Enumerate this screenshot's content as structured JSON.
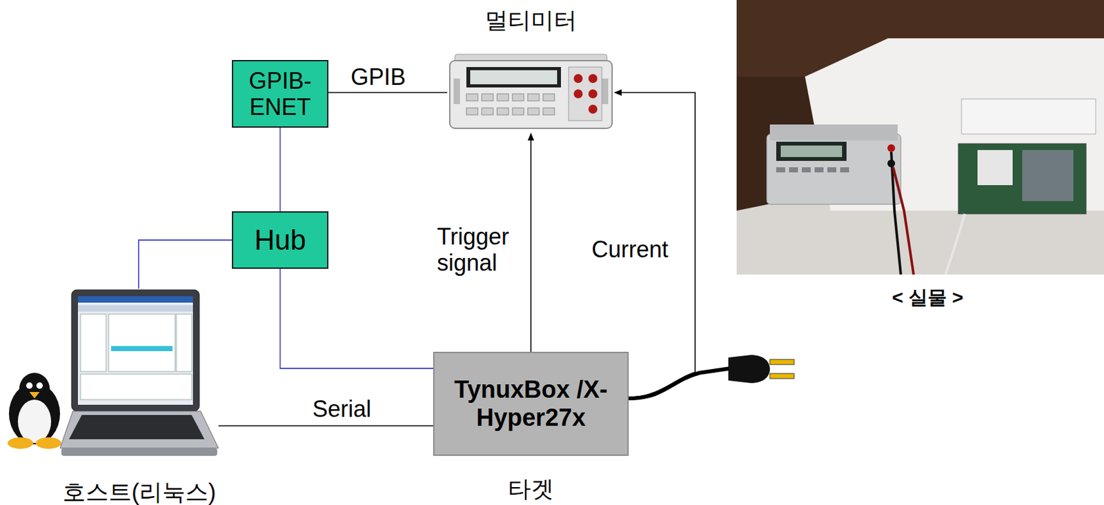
{
  "diagram": {
    "nodes": [
      {
        "text": [
          "GPIB-ENET"
        ]
      },
      {
        "text": [
          "멀티미터"
        ]
      },
      {
        "text": [
          "Hub"
        ]
      },
      {
        "text": [
          "호스트(리눅스)"
        ]
      },
      {
        "text": [
          "TynuxBox /X-Hyper27x",
          "타겟"
        ]
      }
    ],
    "edges": [
      {
        "from": 0,
        "to": 1,
        "label": "GPIB",
        "arrow": "none"
      },
      {
        "from": 0,
        "to": 2,
        "arrow": "none"
      },
      {
        "from": 2,
        "to": 3,
        "arrow": "none"
      },
      {
        "from": 2,
        "to": 4,
        "arrow": "none"
      },
      {
        "from": 3,
        "to": 4,
        "label": "Serial",
        "arrow": "none"
      },
      {
        "from": 4,
        "to": 1,
        "label": "Trigger signal",
        "arrow": "to"
      },
      {
        "from": 4,
        "to": 1,
        "label": "Current",
        "arrow": "to"
      }
    ],
    "labels": [
      "< 실물 >"
    ]
  }
}
